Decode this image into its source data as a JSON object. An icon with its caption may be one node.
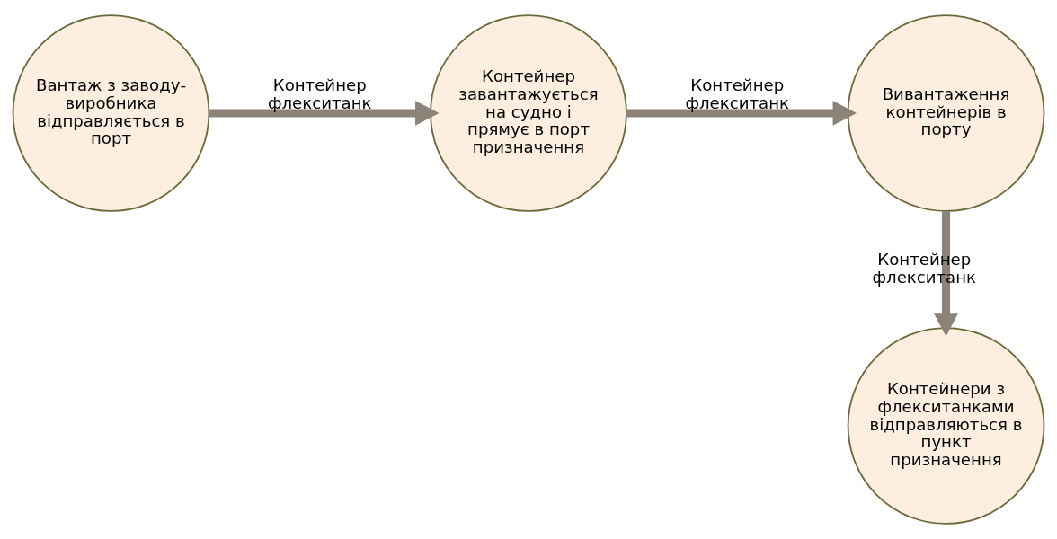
{
  "diagram": {
    "nodes": [
      {
        "text": [
          "Вантаж з заводу-виробника відправляється в порт"
        ]
      },
      {
        "text": [
          "Контейнер завантажується на судно і прямує в порт призначення"
        ]
      },
      {
        "text": [
          "Вивантаження контейнерів в порту"
        ]
      },
      {
        "text": [
          "Контейнери з флекситанками відправляються в пункт призначення"
        ]
      }
    ],
    "edges": [
      {
        "from": 0,
        "to": 1,
        "arrow": "to",
        "label": "Контейнер флекситанк"
      },
      {
        "from": 1,
        "to": 2,
        "arrow": "to",
        "label": "Контейнер флекситанк"
      },
      {
        "from": 2,
        "to": 3,
        "arrow": "to",
        "label": "Контейнер флекситанк"
      }
    ]
  }
}
